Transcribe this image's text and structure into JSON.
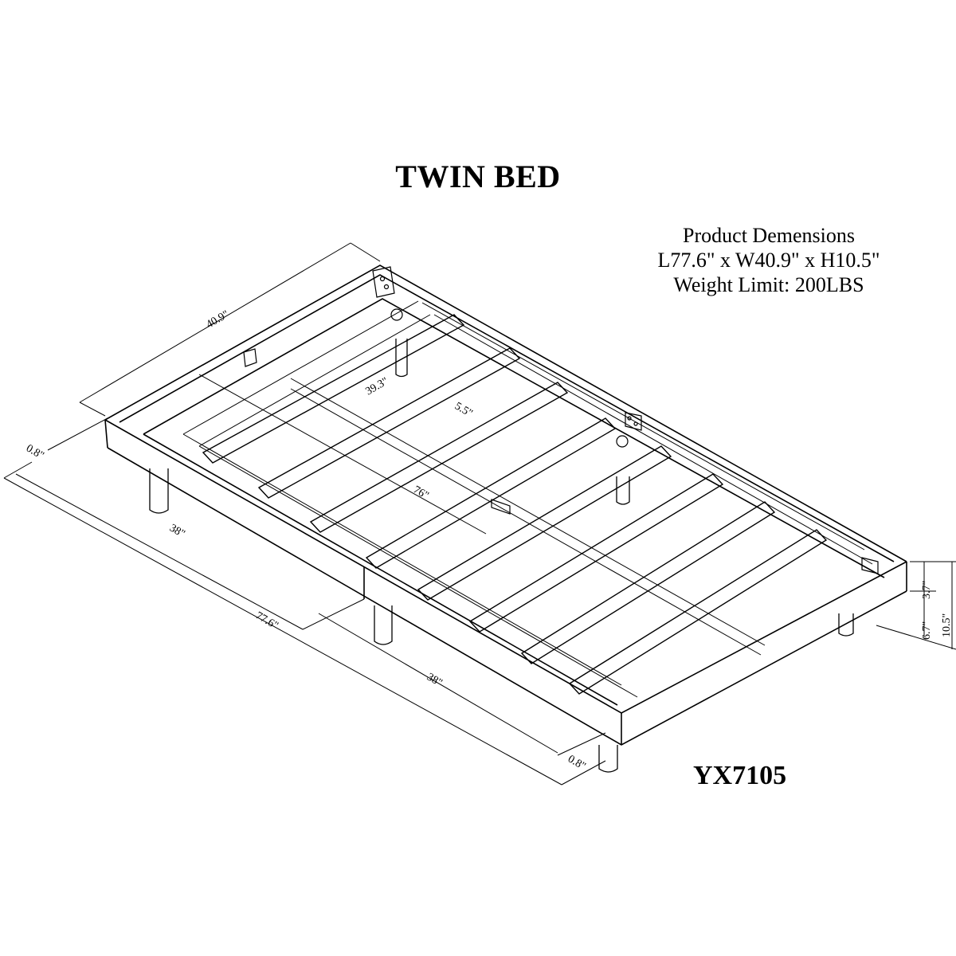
{
  "title": "TWIN BED",
  "specs": {
    "heading": "Product Demensions",
    "size": "L77.6\" x W40.9\" x H10.5\"",
    "weight": "Weight Limit: 200LBS"
  },
  "model": "YX7105",
  "dimensions": {
    "width_total": "40.9\"",
    "inner_width": "39.3\"",
    "slat_gap": "5.5\"",
    "inner_length": "76\"",
    "offset_top": "0.8\"",
    "half_length_a": "38\"",
    "total_length": "77.6\"",
    "half_length_b": "38\"",
    "offset_bottom": "0.8\"",
    "frame_height": "3.7\"",
    "leg_height": "6.7\"",
    "total_height": "10.5\""
  }
}
